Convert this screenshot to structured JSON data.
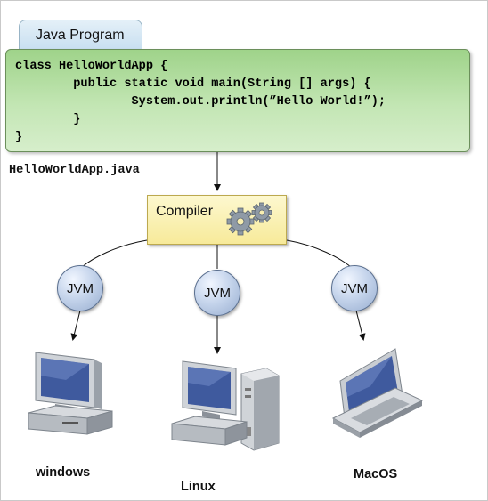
{
  "program_tab": {
    "label": "Java Program"
  },
  "code": {
    "lines": [
      "class HelloWorldApp {",
      "        public static void main(String [] args) {",
      "                System.out.println(”Hello World!”);",
      "        }",
      "}"
    ]
  },
  "file": {
    "name": "HelloWorldApp.java"
  },
  "compiler": {
    "label": "Compiler",
    "icon": "gears-icon"
  },
  "jvms": [
    {
      "label": "JVM"
    },
    {
      "label": "JVM"
    },
    {
      "label": "JVM"
    }
  ],
  "platforms": [
    {
      "label": "windows",
      "icon": "desktop-computer-icon"
    },
    {
      "label": "Linux",
      "icon": "tower-computer-icon"
    },
    {
      "label": "MacOS",
      "icon": "laptop-icon"
    }
  ],
  "colors": {
    "code_fill": "#b5dfa3",
    "compiler_fill": "#f9efb1",
    "jvm_fill": "#c6d5ec",
    "tab_fill": "#d6e8f4"
  }
}
